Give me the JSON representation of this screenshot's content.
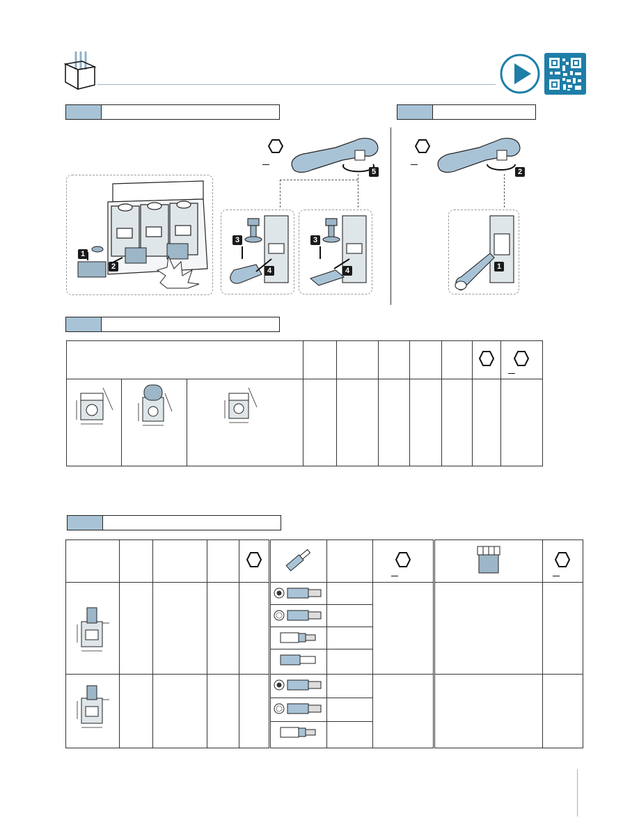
{
  "page": {
    "accent_color": "#1e7ea8",
    "label_fill_color": "#a9c3d6"
  },
  "icons": {
    "header_icon": "box-with-arrows-icon",
    "play": "play-icon",
    "qr": "qr-code-icon",
    "hex": "hex-socket-icon",
    "ratchet": "ratchet-wrench-icon",
    "ferrule": "cable-ferrule-icon",
    "cover": "terminal-cover-icon"
  },
  "steps": {
    "section_a": [
      "1",
      "2",
      "3",
      "4",
      "3",
      "4",
      "5"
    ],
    "section_b": [
      "1",
      "2"
    ]
  }
}
